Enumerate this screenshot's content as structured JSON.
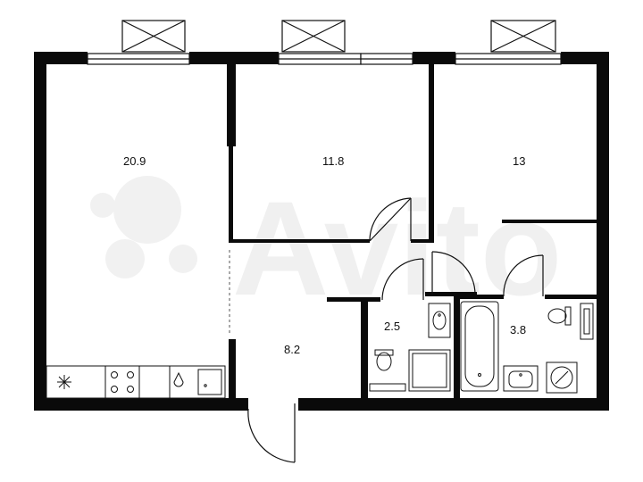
{
  "plan": {
    "rooms": [
      {
        "id": "living-kitchen",
        "area": "20.9"
      },
      {
        "id": "bedroom-1",
        "area": "11.8"
      },
      {
        "id": "bedroom-2",
        "area": "13"
      },
      {
        "id": "toilet",
        "area": "2.5"
      },
      {
        "id": "bathroom",
        "area": "3.8"
      },
      {
        "id": "hallway",
        "area": "8.2"
      }
    ],
    "watermark": "Avito",
    "colors": {
      "wall": "#0a0a0a",
      "line": "#111111",
      "background": "#ffffff",
      "watermark": "#f0f0f0"
    },
    "fixtures": [
      "window",
      "fridge-snowflake",
      "cooktop",
      "kitchen-sink",
      "washbasin",
      "toilet",
      "shower-tray",
      "bathtub",
      "washing-machine",
      "radiator"
    ]
  }
}
